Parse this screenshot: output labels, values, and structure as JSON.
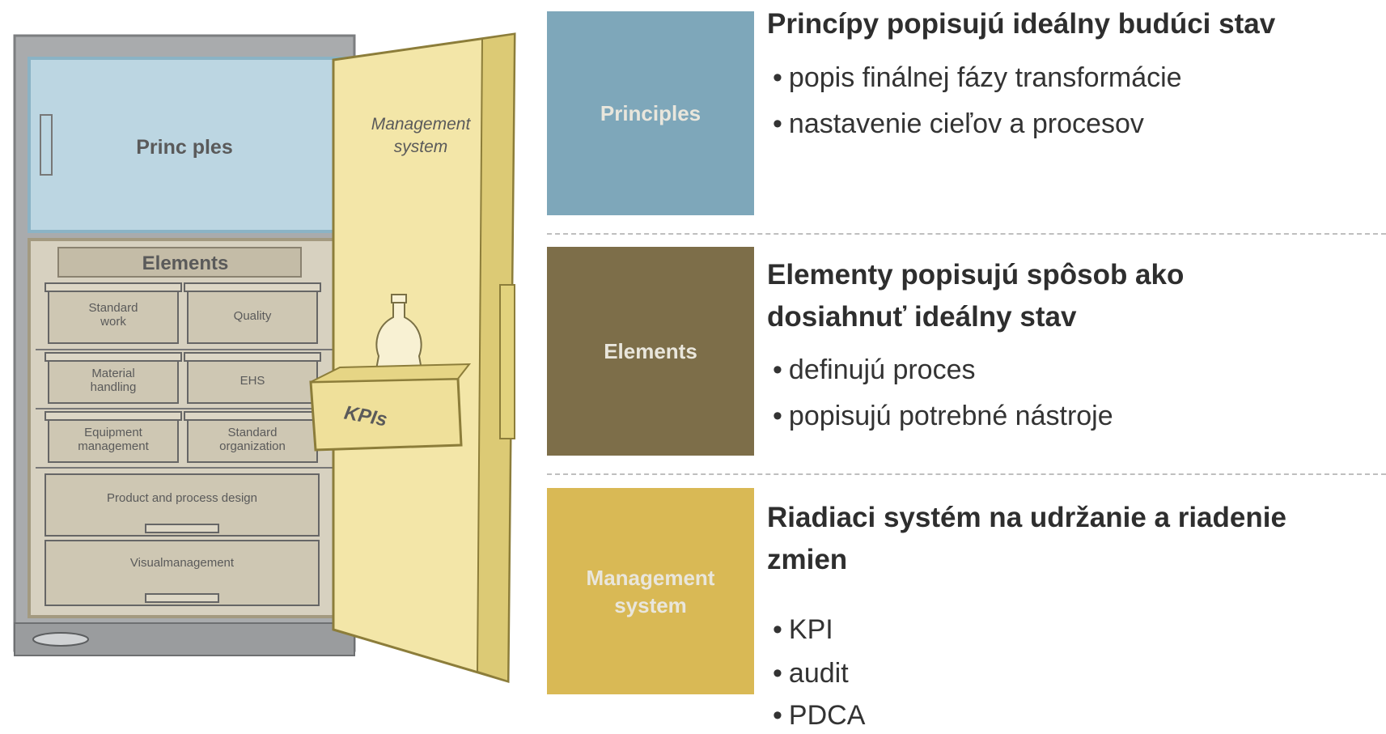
{
  "illustration": {
    "principles_label": "Princ ples",
    "elements_label": "Elements",
    "door_label_line1": "Management",
    "door_label_line2": "system",
    "kpis_label": "KPIs",
    "containers": [
      {
        "line1": "Standard",
        "line2": "work"
      },
      {
        "line1": "Quality",
        "line2": ""
      },
      {
        "line1": "Material",
        "line2": "handling"
      },
      {
        "line1": "EHS",
        "line2": ""
      },
      {
        "line1": "Equipment",
        "line2": "management"
      },
      {
        "line1": "Standard",
        "line2": "organization"
      }
    ],
    "drawers": [
      "Product and process design",
      "Visualmanagement"
    ],
    "colors": {
      "principles": "#bcd6e2",
      "elements": "#cdc6b2",
      "door": "#f3e6a8",
      "frame": "#8a8a8a"
    }
  },
  "sections": [
    {
      "tile_lines": [
        "Principles"
      ],
      "tile_color": "#7ea7ba",
      "heading_lines": [
        "Princípy popisujú ideálny budúci stav"
      ],
      "bullets": [
        "popis finálnej fázy transformácie",
        "nastavenie cieľov a procesov"
      ]
    },
    {
      "tile_lines": [
        "Elements"
      ],
      "tile_color": "#7d6e49",
      "heading_lines": [
        "Elementy popisujú spôsob ako",
        "dosiahnuť ideálny stav"
      ],
      "bullets": [
        "definujú proces",
        "popisujú potrebné nástroje"
      ]
    },
    {
      "tile_lines": [
        "Management",
        "system"
      ],
      "tile_color": "#d9b955",
      "heading_lines": [
        "Riadiaci systém na udržanie a riadenie",
        "zmien"
      ],
      "bullets": [
        "KPI",
        "audit",
        "PDCA"
      ]
    }
  ]
}
